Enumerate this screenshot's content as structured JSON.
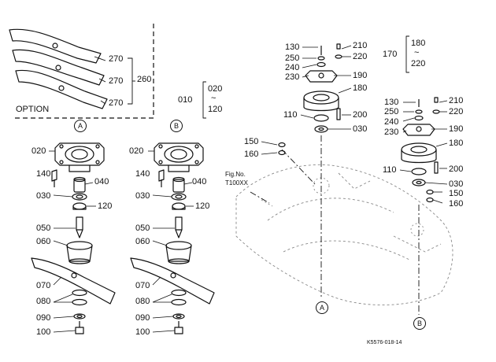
{
  "option_group": {
    "option_label": "OPTION",
    "blade_codes": [
      "270",
      "270",
      "270"
    ],
    "set_code": "260"
  },
  "range_010": {
    "code": "010",
    "from": "020",
    "tilde": "~",
    "to": "120"
  },
  "range_170": {
    "code": "170",
    "from": "180",
    "tilde": "~",
    "to": "220"
  },
  "detail_A": {
    "marker": "A",
    "codes": {
      "c020": "020",
      "c140": "140",
      "c040": "040",
      "c030": "030",
      "c120": "120",
      "c050": "050",
      "c060": "060",
      "c070": "070",
      "c080": "080",
      "c090": "090",
      "c100": "100"
    }
  },
  "detail_B": {
    "marker": "B",
    "codes": {
      "c020": "020",
      "c140": "140",
      "c040": "040",
      "c030": "030",
      "c120": "120",
      "c050": "050",
      "c060": "060",
      "c070": "070",
      "c080": "080",
      "c090": "090",
      "c100": "100"
    }
  },
  "upper_assembly": {
    "codes": {
      "c130": "130",
      "c250": "250",
      "c240": "240",
      "c230": "230",
      "c210": "210",
      "c220": "220",
      "c190": "190",
      "c180": "180",
      "c110": "110",
      "c200": "200",
      "c030": "030"
    }
  },
  "right_assembly": {
    "codes": {
      "c130": "130",
      "c250": "250",
      "c240": "240",
      "c230": "230",
      "c210": "210",
      "c220": "220",
      "c190": "190",
      "c180": "180",
      "c110": "110",
      "c200": "200",
      "c030": "030",
      "c150": "150",
      "c160": "160"
    }
  },
  "deck": {
    "fig_no": "Fig.No.",
    "fig_code": "T100XX",
    "c150": "150",
    "c160": "160",
    "marker_a": "A",
    "marker_b": "B"
  },
  "footer": {
    "drawing_code": "K5576-018-14"
  }
}
